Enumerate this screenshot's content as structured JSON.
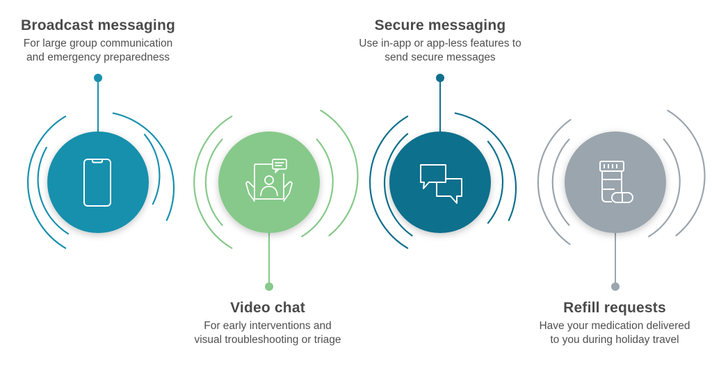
{
  "colors": {
    "broadcast": "#1890ad",
    "video": "#86c98a",
    "secure": "#0f6f8c",
    "refill": "#9aa5ae",
    "title_text": "#4a4a4a",
    "body_text": "#4f4f4f"
  },
  "features": [
    {
      "id": "broadcast",
      "title": "Broadcast messaging",
      "description_line1": "For large group communication",
      "description_line2": "and emergency preparedness",
      "icon": "smartphone-icon"
    },
    {
      "id": "video",
      "title": "Video chat",
      "description_line1": "For early interventions and",
      "description_line2": "visual troubleshooting or triage",
      "icon": "video-chat-tablet-icon"
    },
    {
      "id": "secure",
      "title": "Secure messaging",
      "description_line1": "Use in-app or app-less features to",
      "description_line2": "send secure messages",
      "icon": "chat-bubbles-icon"
    },
    {
      "id": "refill",
      "title": "Refill requests",
      "description_line1": "Have your medication delivered",
      "description_line2": "to you during holiday travel",
      "icon": "pill-bottle-icon"
    }
  ]
}
